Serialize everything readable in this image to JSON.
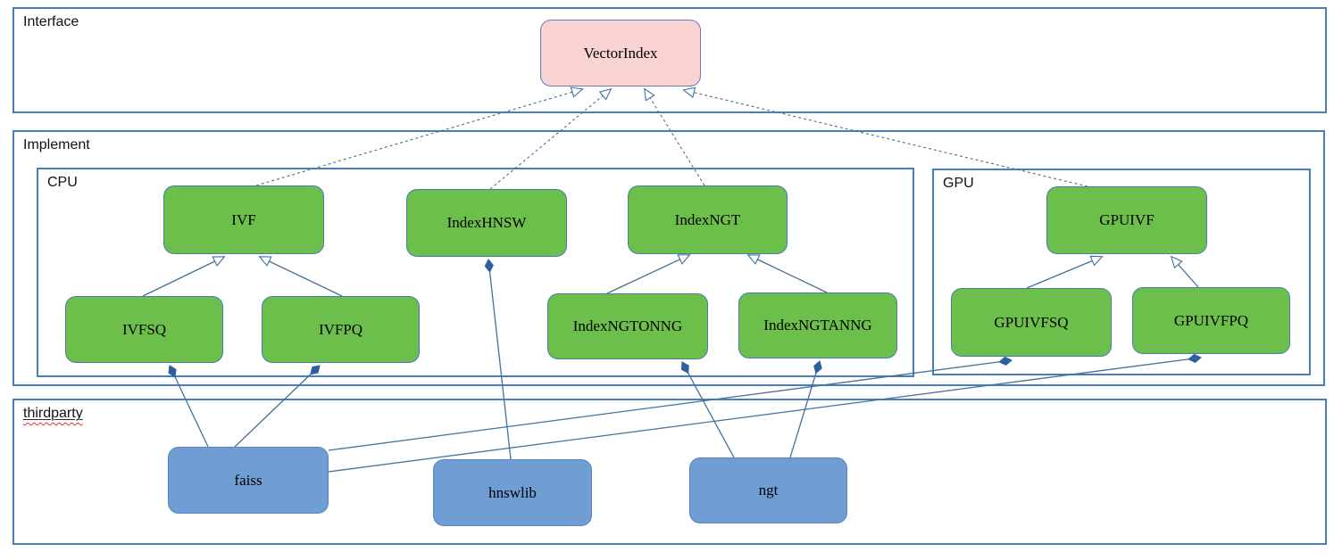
{
  "diagram": {
    "groups": {
      "interface": {
        "label": "Interface"
      },
      "implement": {
        "label": "Implement"
      },
      "cpu": {
        "label": "CPU"
      },
      "gpu": {
        "label": "GPU"
      },
      "thirdparty": {
        "label": "thirdparty"
      }
    },
    "nodes": {
      "vectorindex": {
        "label": "VectorIndex",
        "kind": "interface"
      },
      "ivf": {
        "label": "IVF",
        "kind": "implement-cpu"
      },
      "indexhnsw": {
        "label": "IndexHNSW",
        "kind": "implement-cpu"
      },
      "indexngt": {
        "label": "IndexNGT",
        "kind": "implement-cpu"
      },
      "ivfsq": {
        "label": "IVFSQ",
        "kind": "implement-cpu"
      },
      "ivfpq": {
        "label": "IVFPQ",
        "kind": "implement-cpu"
      },
      "indexngtonng": {
        "label": "IndexNGTONNG",
        "kind": "implement-cpu"
      },
      "indexngtanng": {
        "label": "IndexNGTANNG",
        "kind": "implement-cpu"
      },
      "gpuivf": {
        "label": "GPUIVF",
        "kind": "implement-gpu"
      },
      "gpuivfsq": {
        "label": "GPUIVFSQ",
        "kind": "implement-gpu"
      },
      "gpuivfpq": {
        "label": "GPUIVFPQ",
        "kind": "implement-gpu"
      },
      "faiss": {
        "label": "faiss",
        "kind": "thirdparty"
      },
      "hnswlib": {
        "label": "hnswlib",
        "kind": "thirdparty"
      },
      "ngt": {
        "label": "ngt",
        "kind": "thirdparty"
      }
    },
    "edges": [
      {
        "from": "IVF",
        "to": "VectorIndex",
        "type": "realization-dashed-hollow-arrow"
      },
      {
        "from": "IndexHNSW",
        "to": "VectorIndex",
        "type": "realization-dashed-hollow-arrow"
      },
      {
        "from": "IndexNGT",
        "to": "VectorIndex",
        "type": "realization-dashed-hollow-arrow"
      },
      {
        "from": "GPUIVF",
        "to": "VectorIndex",
        "type": "realization-dashed-hollow-arrow"
      },
      {
        "from": "IVFSQ",
        "to": "IVF",
        "type": "generalization-hollow-arrow"
      },
      {
        "from": "IVFPQ",
        "to": "IVF",
        "type": "generalization-hollow-arrow"
      },
      {
        "from": "IndexNGTONNG",
        "to": "IndexNGT",
        "type": "generalization-hollow-arrow"
      },
      {
        "from": "IndexNGTANNG",
        "to": "IndexNGT",
        "type": "generalization-hollow-arrow"
      },
      {
        "from": "GPUIVFSQ",
        "to": "GPUIVF",
        "type": "generalization-hollow-arrow"
      },
      {
        "from": "GPUIVFPQ",
        "to": "GPUIVF",
        "type": "generalization-hollow-arrow"
      },
      {
        "from": "hnswlib",
        "to": "IndexHNSW",
        "type": "composition-filled-diamond"
      },
      {
        "from": "ngt",
        "to": "IndexNGTONNG",
        "type": "composition-filled-diamond"
      },
      {
        "from": "ngt",
        "to": "IndexNGTANNG",
        "type": "composition-filled-diamond"
      },
      {
        "from": "faiss",
        "to": "IVFSQ",
        "type": "composition-filled-diamond"
      },
      {
        "from": "faiss",
        "to": "IVFPQ",
        "type": "composition-filled-diamond"
      },
      {
        "from": "faiss",
        "to": "GPUIVFSQ",
        "type": "composition-filled-diamond"
      },
      {
        "from": "faiss",
        "to": "GPUIVFPQ",
        "type": "composition-filled-diamond"
      }
    ],
    "colors": {
      "interface_fill": "#f9d3d2",
      "interface_stroke": "#6b79b8",
      "class_fill": "#6dbf4b",
      "class_stroke": "#4a7ab5",
      "thirdparty_fill": "#6f9dd4",
      "thirdparty_stroke": "#5585c2",
      "container_stroke": "#4a7ebb",
      "edge_stroke": "#41719c",
      "spellcheck_underline": "#d23a2e"
    }
  }
}
